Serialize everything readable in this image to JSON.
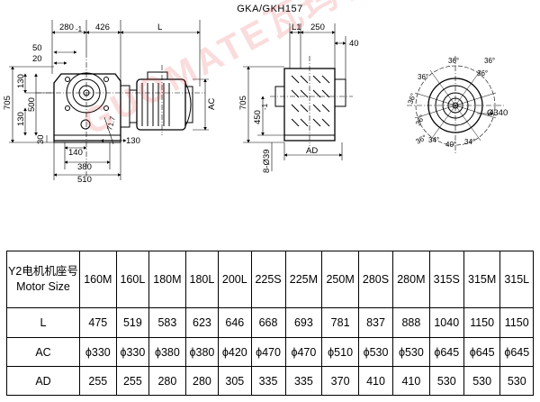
{
  "title": "GKA/GKH157",
  "dimensions": {
    "front": {
      "d280": "280",
      "d280_sub": "-1",
      "d426": "426",
      "L": "L",
      "d50": "50",
      "d20": "20",
      "d705": "705",
      "d130a": "130",
      "d500": "500",
      "d130b": "130",
      "d30": "30",
      "AC": "AC",
      "d140": "140",
      "d130c": "130",
      "d380": "380",
      "d510": "510",
      "d75": "71.7"
    },
    "side": {
      "L1": "L1",
      "d250": "250",
      "d40": "40",
      "d705": "705",
      "d450": "450",
      "d450_sub": "-1",
      "d8x39": "8-Ø39",
      "AD": "AD"
    },
    "flange": {
      "a36_1": "36°",
      "a36_2": "36°",
      "a36_3": "36°",
      "a36_4": "36°",
      "a36_5": "36°",
      "a36_6": "36°",
      "a34_1": "34°",
      "a34_2": "34°",
      "a40": "40°",
      "a36_7": "36°",
      "d340": "Ø340"
    }
  },
  "watermark": "GUOMATE瓦玛特传动",
  "table": {
    "header_cn": "Y2电机机座号",
    "header_en": "Motor Size",
    "sizes": [
      "160M",
      "160L",
      "180M",
      "180L",
      "200L",
      "225S",
      "225M",
      "250M",
      "280S",
      "280M",
      "315S",
      "315M",
      "315L"
    ],
    "rows": [
      {
        "label": "L",
        "values": [
          "475",
          "519",
          "583",
          "623",
          "646",
          "668",
          "693",
          "781",
          "837",
          "888",
          "1040",
          "1150",
          "1150"
        ]
      },
      {
        "label": "AC",
        "values": [
          "ϕ330",
          "ϕ330",
          "ϕ380",
          "ϕ380",
          "ϕ420",
          "ϕ470",
          "ϕ470",
          "ϕ510",
          "ϕ530",
          "ϕ530",
          "ϕ645",
          "ϕ645",
          "ϕ645"
        ]
      },
      {
        "label": "AD",
        "values": [
          "255",
          "255",
          "280",
          "280",
          "305",
          "335",
          "335",
          "370",
          "410",
          "410",
          "530",
          "530",
          "530"
        ]
      }
    ]
  }
}
